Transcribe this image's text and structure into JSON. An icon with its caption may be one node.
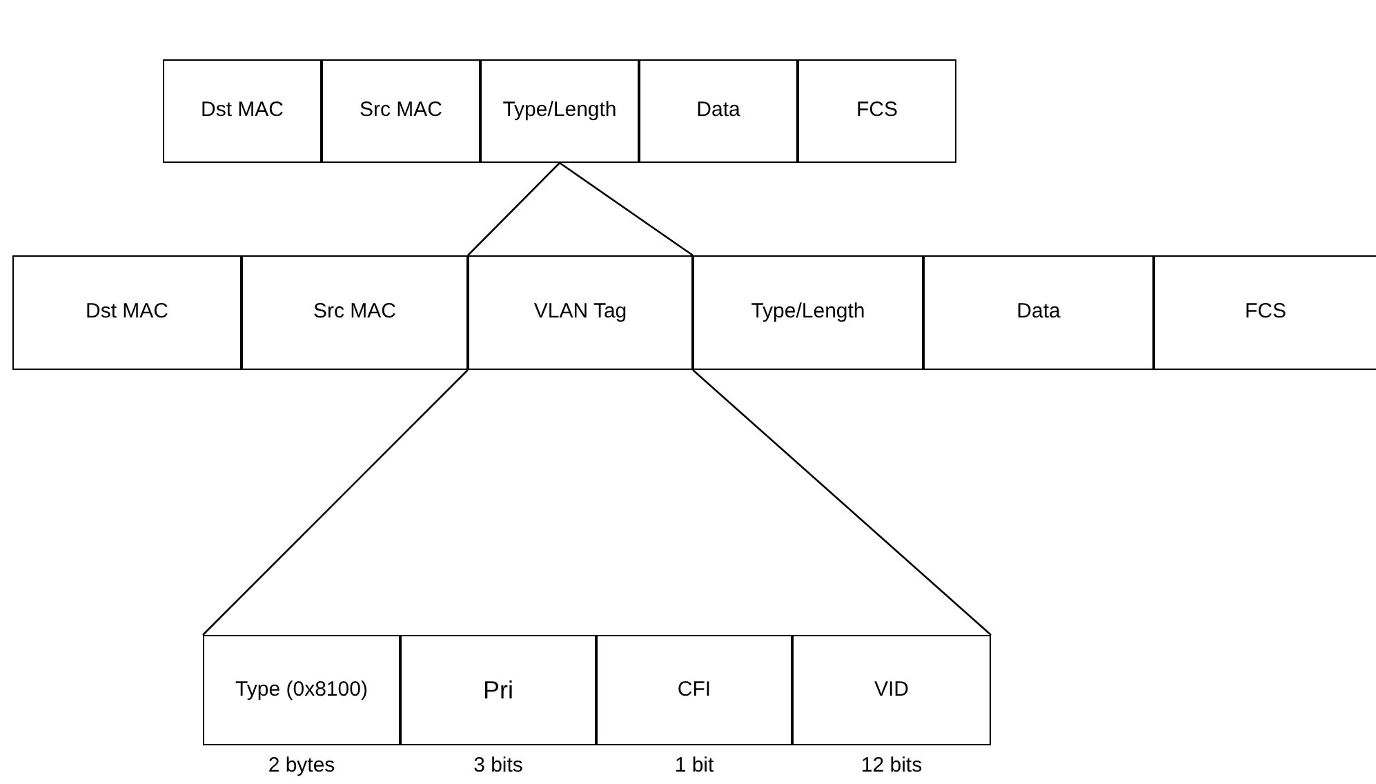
{
  "diagram": {
    "nodes": [
      {
        "text": [
          "Dst MAC"
        ]
      },
      {
        "text": [
          "Src MAC"
        ]
      },
      {
        "text": [
          "Type/Length"
        ]
      },
      {
        "text": [
          "Data"
        ]
      },
      {
        "text": [
          "FCS"
        ]
      },
      {
        "text": [
          "Dst MAC"
        ]
      },
      {
        "text": [
          "Src MAC"
        ]
      },
      {
        "text": [
          "VLAN Tag"
        ]
      },
      {
        "text": [
          "Type/Length"
        ]
      },
      {
        "text": [
          "Data"
        ]
      },
      {
        "text": [
          "FCS"
        ]
      },
      {
        "text": [
          "Type (0x8100)"
        ],
        "beside": [
          "2 bytes"
        ]
      },
      {
        "text": [
          "Pri"
        ],
        "beside": [
          "3 bits"
        ]
      },
      {
        "text": [
          "CFI"
        ],
        "beside": [
          "1 bit"
        ]
      },
      {
        "text": [
          "VID"
        ],
        "beside": [
          "12 bits"
        ]
      }
    ],
    "edges": [
      {
        "from": 2,
        "to": 7,
        "arrow": "none"
      },
      {
        "from": 2,
        "to": 7,
        "arrow": "none"
      },
      {
        "from": 7,
        "to": 11,
        "arrow": "none"
      },
      {
        "from": 7,
        "to": 14,
        "arrow": "none"
      }
    ]
  }
}
